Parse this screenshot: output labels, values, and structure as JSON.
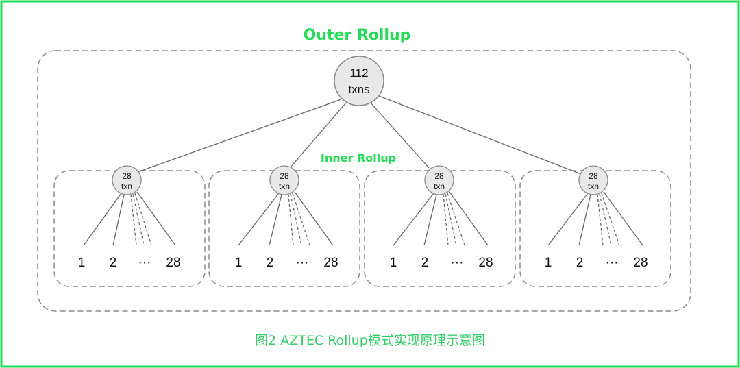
{
  "colors": {
    "accent": "#22dd55",
    "caption": "#33cc66",
    "node_fill": "#e8e8e8",
    "node_stroke": "#888888",
    "box_stroke": "#8c8c8c",
    "edge": "#666666"
  },
  "outer": {
    "title": "Outer Rollup",
    "root_line1": "112",
    "root_line2": "txns"
  },
  "inner": {
    "title": "Inner Rollup"
  },
  "groups": [
    {
      "node_line1": "28",
      "node_line2": "txn",
      "leaves": [
        "1",
        "2",
        "···",
        "28"
      ]
    },
    {
      "node_line1": "28",
      "node_line2": "txn",
      "leaves": [
        "1",
        "2",
        "···",
        "28"
      ]
    },
    {
      "node_line1": "28",
      "node_line2": "txn",
      "leaves": [
        "1",
        "2",
        "···",
        "28"
      ]
    },
    {
      "node_line1": "28",
      "node_line2": "txn",
      "leaves": [
        "1",
        "2",
        "···",
        "28"
      ]
    }
  ],
  "caption": "图2 AZTEC Rollup模式实现原理示意图"
}
